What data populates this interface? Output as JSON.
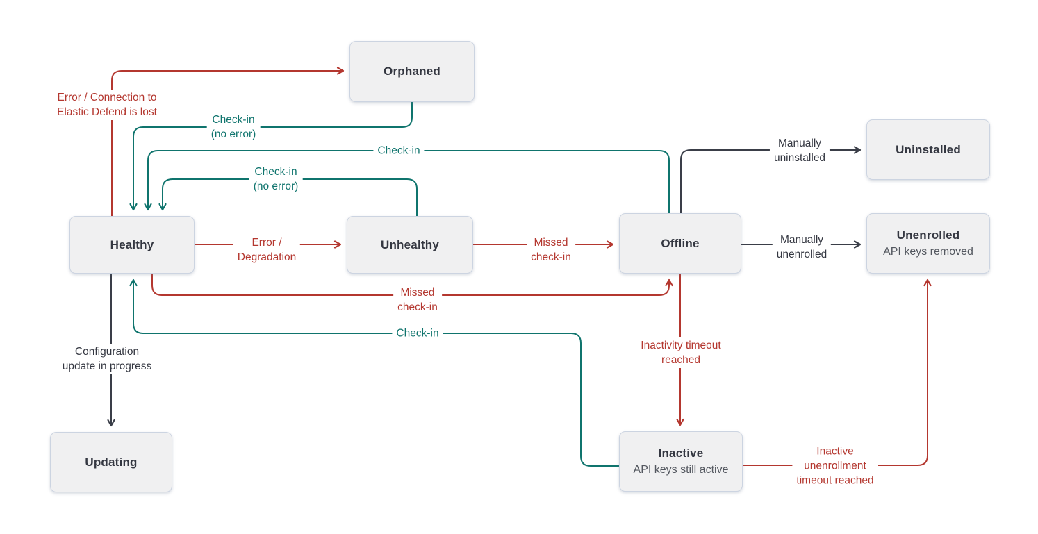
{
  "diagram": {
    "description": "Agent state transition diagram",
    "colors": {
      "error_red": "#b4372f",
      "checkin_teal": "#0f746d",
      "manual_black": "#3a3e48",
      "node_fill": "#f0f0f1",
      "node_border": "#ccd4e1",
      "node_text": "#343741",
      "node_subtext": "#53575f"
    },
    "nodes": [
      {
        "id": "orphaned",
        "label": "Orphaned"
      },
      {
        "id": "healthy",
        "label": "Healthy"
      },
      {
        "id": "unhealthy",
        "label": "Unhealthy"
      },
      {
        "id": "offline",
        "label": "Offline"
      },
      {
        "id": "uninstalled",
        "label": "Uninstalled"
      },
      {
        "id": "unenrolled",
        "label": "Unenrolled",
        "sublabel": "API keys removed"
      },
      {
        "id": "updating",
        "label": "Updating"
      },
      {
        "id": "inactive",
        "label": "Inactive",
        "sublabel": "API keys still active"
      }
    ],
    "edges": [
      {
        "from": "healthy",
        "to": "orphaned",
        "color": "error_red",
        "label_lines": [
          "Error / Connection to",
          "Elastic Defend is lost"
        ]
      },
      {
        "from": "orphaned",
        "to": "healthy",
        "color": "checkin_teal",
        "label_lines": [
          "Check-in",
          "(no error)"
        ]
      },
      {
        "from": "offline",
        "to": "healthy",
        "color": "checkin_teal",
        "label_lines": [
          "Check-in"
        ]
      },
      {
        "from": "unhealthy",
        "to": "healthy",
        "color": "checkin_teal",
        "label_lines": [
          "Check-in",
          "(no error)"
        ]
      },
      {
        "from": "healthy",
        "to": "unhealthy",
        "color": "error_red",
        "label_lines": [
          "Error /",
          "Degradation"
        ]
      },
      {
        "from": "unhealthy",
        "to": "offline",
        "color": "error_red",
        "label_lines": [
          "Missed",
          "check-in"
        ]
      },
      {
        "from": "healthy",
        "to": "offline",
        "color": "error_red",
        "label_lines": [
          "Missed",
          "check-in"
        ]
      },
      {
        "from": "inactive",
        "to": "healthy",
        "color": "checkin_teal",
        "label_lines": [
          "Check-in"
        ]
      },
      {
        "from": "healthy",
        "to": "updating",
        "color": "manual_black",
        "label_lines": [
          "Configuration",
          "update in progress"
        ]
      },
      {
        "from": "offline",
        "to": "uninstalled",
        "color": "manual_black",
        "label_lines": [
          "Manually",
          "uninstalled"
        ]
      },
      {
        "from": "offline",
        "to": "unenrolled",
        "color": "manual_black",
        "label_lines": [
          "Manually",
          "unenrolled"
        ]
      },
      {
        "from": "offline",
        "to": "inactive",
        "color": "error_red",
        "label_lines": [
          "Inactivity timeout",
          "reached"
        ]
      },
      {
        "from": "inactive",
        "to": "unenrolled",
        "color": "error_red",
        "label_lines": [
          "Inactive",
          "unenrollment",
          "timeout reached"
        ]
      }
    ]
  }
}
